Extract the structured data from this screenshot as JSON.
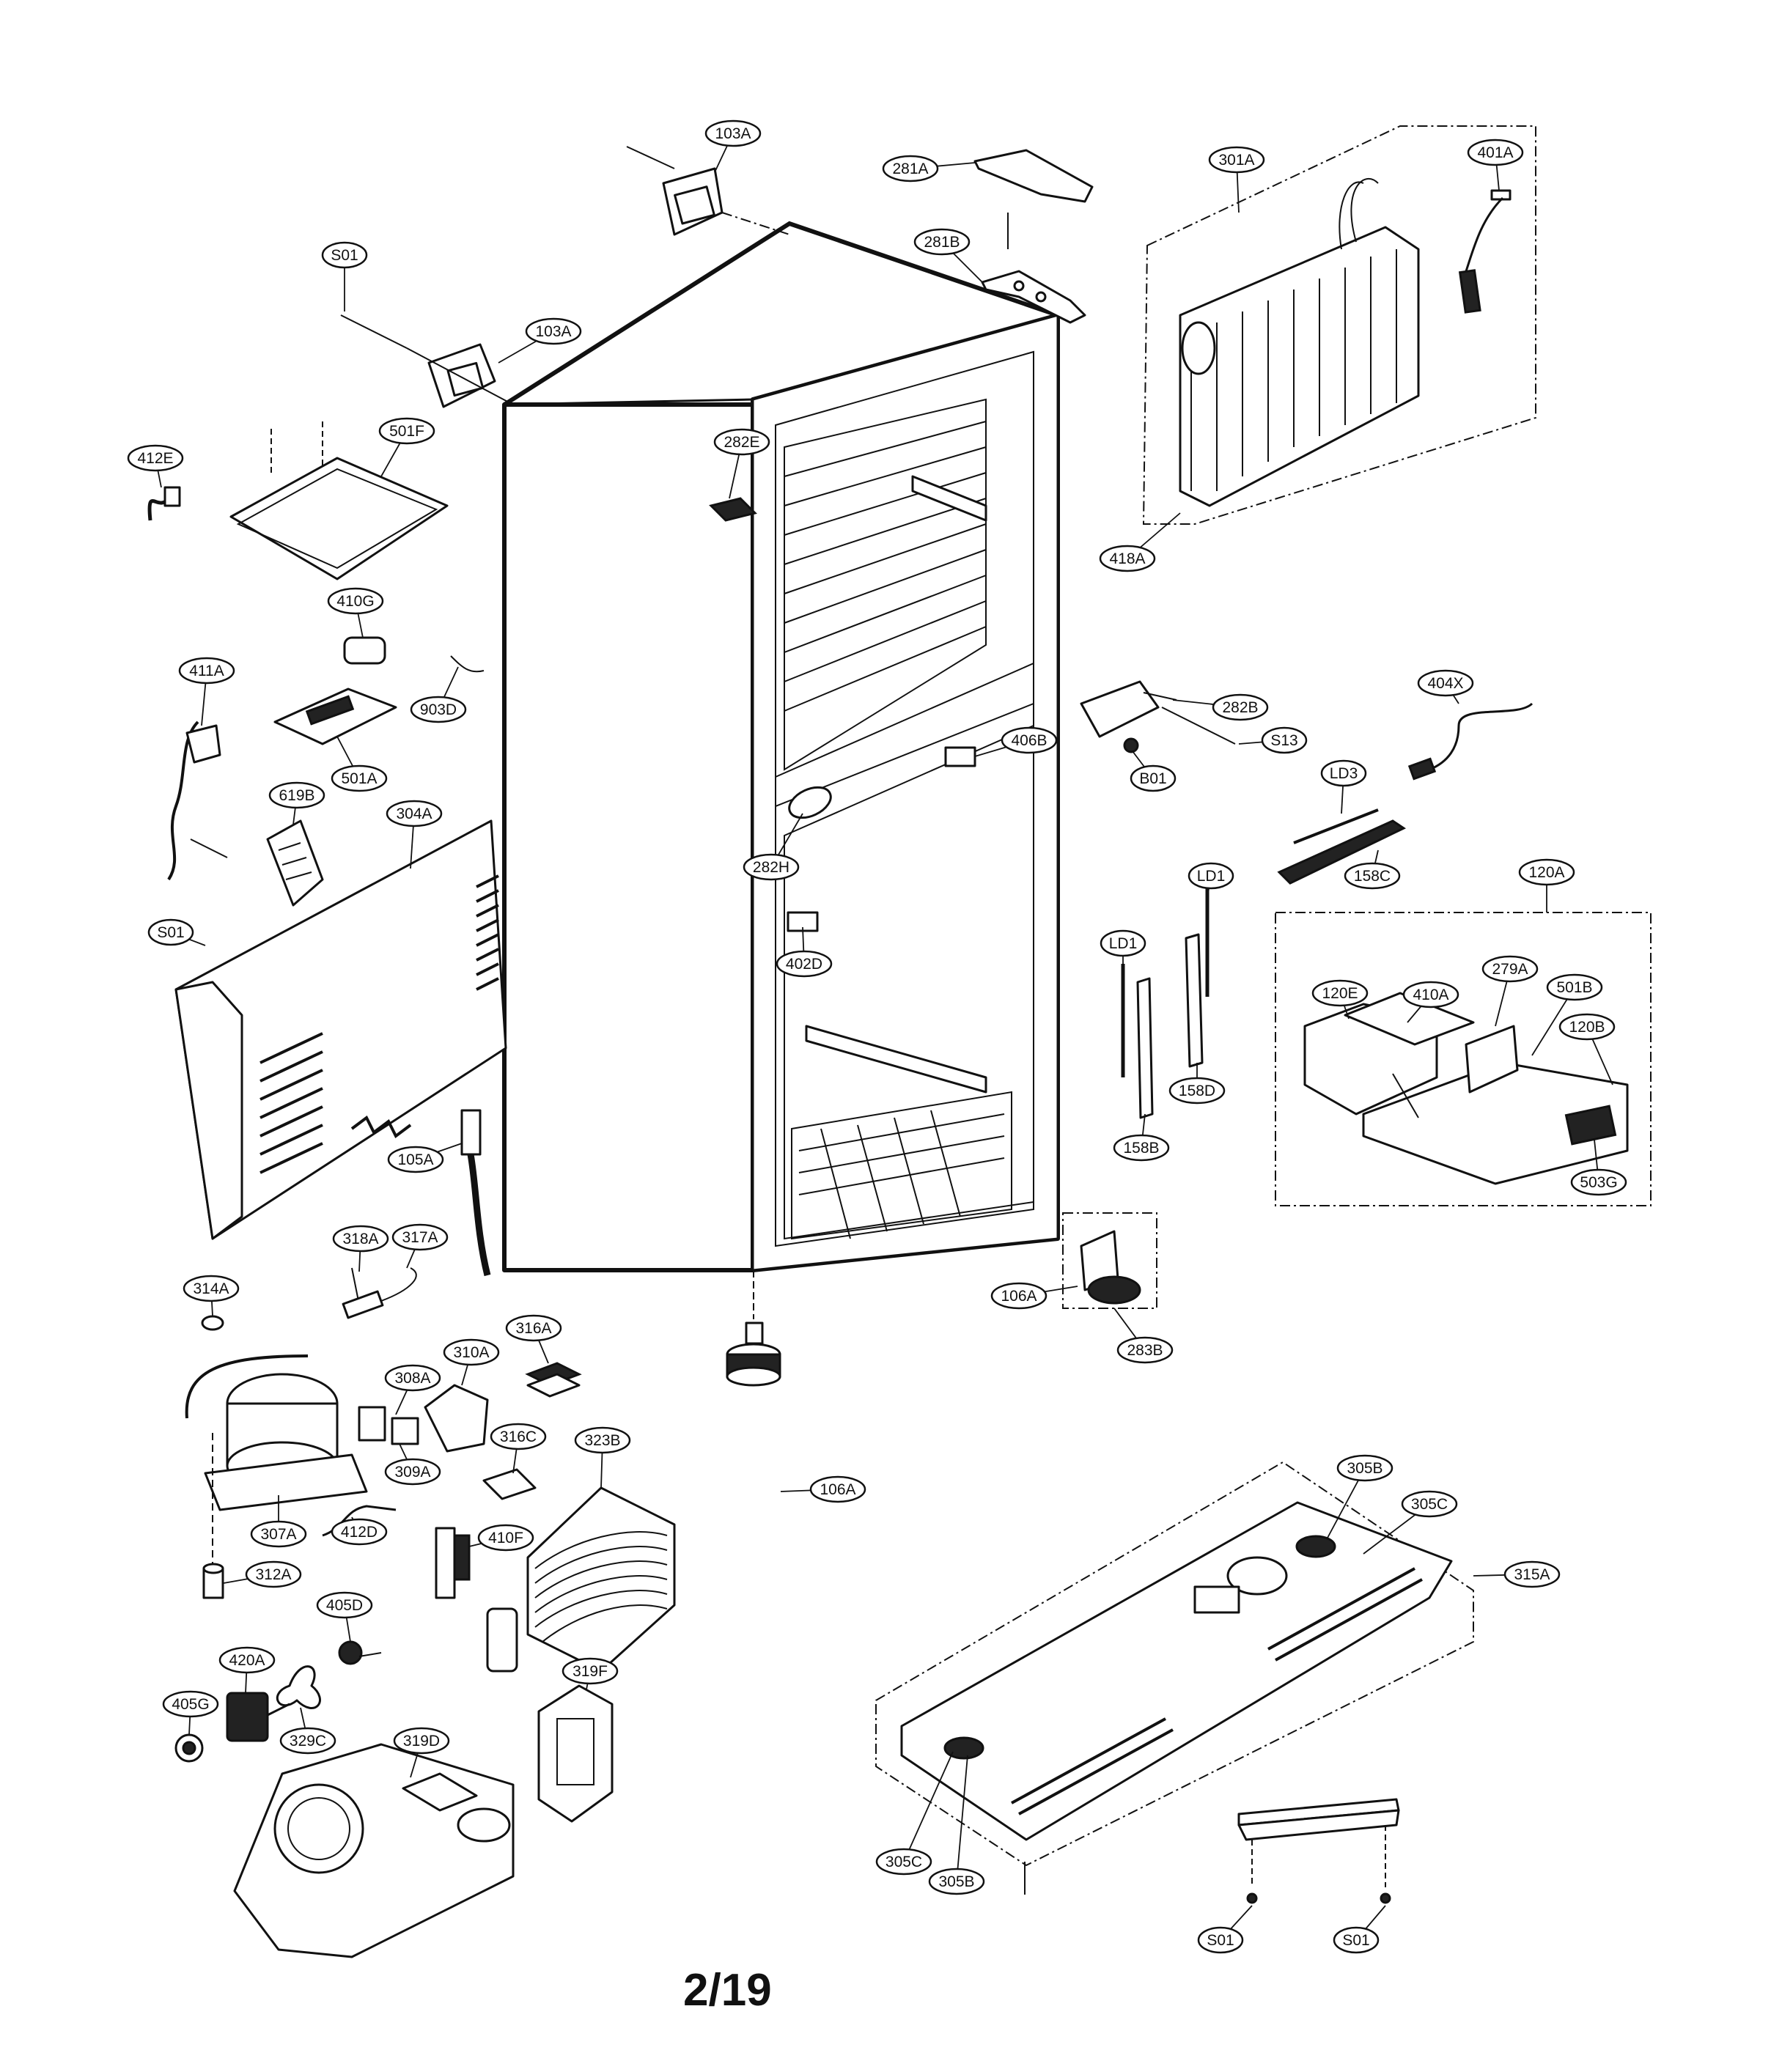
{
  "page_number": "2/19",
  "callouts": [
    {
      "id": "c-103A-top",
      "text": "103A"
    },
    {
      "id": "c-103A-mid",
      "text": "103A"
    },
    {
      "id": "c-S01-top",
      "text": "S01"
    },
    {
      "id": "c-281A",
      "text": "281A"
    },
    {
      "id": "c-281B",
      "text": "281B"
    },
    {
      "id": "c-301A",
      "text": "301A"
    },
    {
      "id": "c-401A",
      "text": "401A"
    },
    {
      "id": "c-418A",
      "text": "418A"
    },
    {
      "id": "c-412E",
      "text": "412E"
    },
    {
      "id": "c-501F",
      "text": "501F"
    },
    {
      "id": "c-282E",
      "text": "282E"
    },
    {
      "id": "c-410G",
      "text": "410G"
    },
    {
      "id": "c-903D",
      "text": "903D"
    },
    {
      "id": "c-411A",
      "text": "411A"
    },
    {
      "id": "c-501A",
      "text": "501A"
    },
    {
      "id": "c-619B",
      "text": "619B"
    },
    {
      "id": "c-304A",
      "text": "304A"
    },
    {
      "id": "c-S01-left",
      "text": "S01"
    },
    {
      "id": "c-406B",
      "text": "406B"
    },
    {
      "id": "c-282B",
      "text": "282B"
    },
    {
      "id": "c-S13",
      "text": "S13"
    },
    {
      "id": "c-B01",
      "text": "B01"
    },
    {
      "id": "c-404X",
      "text": "404X"
    },
    {
      "id": "c-LD3",
      "text": "LD3"
    },
    {
      "id": "c-158C",
      "text": "158C"
    },
    {
      "id": "c-282H",
      "text": "282H"
    },
    {
      "id": "c-402D",
      "text": "402D"
    },
    {
      "id": "c-LD1-right",
      "text": "LD1"
    },
    {
      "id": "c-LD1-left",
      "text": "LD1"
    },
    {
      "id": "c-120A",
      "text": "120A"
    },
    {
      "id": "c-120E",
      "text": "120E"
    },
    {
      "id": "c-410A",
      "text": "410A"
    },
    {
      "id": "c-279A",
      "text": "279A"
    },
    {
      "id": "c-501B",
      "text": "501B"
    },
    {
      "id": "c-120B",
      "text": "120B"
    },
    {
      "id": "c-503G",
      "text": "503G"
    },
    {
      "id": "c-158D",
      "text": "158D"
    },
    {
      "id": "c-158B",
      "text": "158B"
    },
    {
      "id": "c-105A",
      "text": "105A"
    },
    {
      "id": "c-318A",
      "text": "318A"
    },
    {
      "id": "c-317A",
      "text": "317A"
    },
    {
      "id": "c-314A",
      "text": "314A"
    },
    {
      "id": "c-106A-right",
      "text": "106A"
    },
    {
      "id": "c-283B",
      "text": "283B"
    },
    {
      "id": "c-316A",
      "text": "316A"
    },
    {
      "id": "c-310A",
      "text": "310A"
    },
    {
      "id": "c-308A",
      "text": "308A"
    },
    {
      "id": "c-316C",
      "text": "316C"
    },
    {
      "id": "c-323B",
      "text": "323B"
    },
    {
      "id": "c-309A",
      "text": "309A"
    },
    {
      "id": "c-106A-bottom",
      "text": "106A"
    },
    {
      "id": "c-305B-top",
      "text": "305B"
    },
    {
      "id": "c-305C-top",
      "text": "305C"
    },
    {
      "id": "c-307A",
      "text": "307A"
    },
    {
      "id": "c-412D",
      "text": "412D"
    },
    {
      "id": "c-410F",
      "text": "410F"
    },
    {
      "id": "c-312A",
      "text": "312A"
    },
    {
      "id": "c-315A",
      "text": "315A"
    },
    {
      "id": "c-405D",
      "text": "405D"
    },
    {
      "id": "c-420A",
      "text": "420A"
    },
    {
      "id": "c-319F",
      "text": "319F"
    },
    {
      "id": "c-405G",
      "text": "405G"
    },
    {
      "id": "c-329C",
      "text": "329C"
    },
    {
      "id": "c-319D",
      "text": "319D"
    },
    {
      "id": "c-305C-bottom",
      "text": "305C"
    },
    {
      "id": "c-305B-bottom",
      "text": "305B"
    },
    {
      "id": "c-S01-bottom-left",
      "text": "S01"
    },
    {
      "id": "c-S01-bottom-right",
      "text": "S01"
    }
  ]
}
